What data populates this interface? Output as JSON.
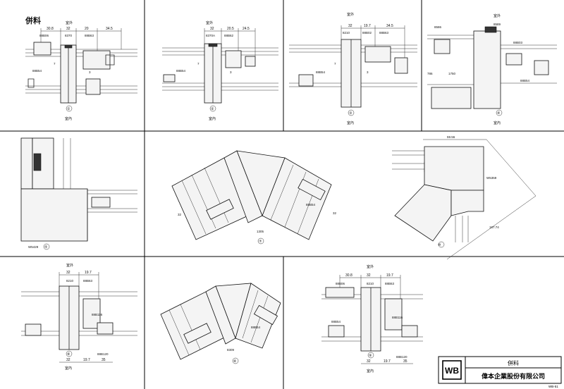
{
  "sheet_title": "併料",
  "panels": [
    {
      "num": "①",
      "top": "室外",
      "bottom": "室內",
      "dims_top": [
        "30.8",
        "32",
        "20",
        "34.5"
      ],
      "codes": [
        "88B06",
        "8370",
        "88B63",
        "88B54"
      ],
      "small": [
        "7",
        "3"
      ]
    },
    {
      "num": "②",
      "top": "室外",
      "bottom": "室內",
      "dims_top": [
        "32",
        "20.5",
        "24.5"
      ],
      "codes": [
        "8370A",
        "88B62",
        "88B54"
      ],
      "small": [
        "7",
        "3"
      ]
    },
    {
      "num": "③",
      "top": "室外",
      "bottom": "室內",
      "dims_top": [
        "32",
        "19.7",
        "34.5"
      ],
      "codes": [
        "8210",
        "88B02",
        "88B63",
        "88B54"
      ],
      "small": [
        "7",
        "3"
      ]
    },
    {
      "num": "④",
      "top": "室外",
      "bottom": "室內",
      "codes": [
        "8586",
        "8589",
        "88B03",
        "88B54"
      ],
      "small": [
        "786",
        "1750"
      ]
    },
    {
      "num": "⑤",
      "codes": [
        "W5429"
      ]
    },
    {
      "num": "⑦",
      "codes": [
        "1305",
        "88B54"
      ],
      "small": [
        "32",
        "32"
      ]
    },
    {
      "num": "⑩",
      "codes": [
        "W5359"
      ],
      "dims": [
        "59.56",
        "187.74"
      ]
    },
    {
      "num": "⑧",
      "top": "室外",
      "bottom": "室內",
      "dims_top": [
        "32",
        "19.7"
      ],
      "dims_bottom": [
        "32",
        "19.7",
        "35"
      ],
      "codes": [
        "8210",
        "88B63",
        "88B116",
        "88B120"
      ]
    },
    {
      "num": "⑥",
      "codes": [
        "8309",
        "88B54"
      ]
    },
    {
      "num": "⑨",
      "top": "室外",
      "bottom": "室內",
      "dims_top": [
        "30.8",
        "32",
        "19.7"
      ],
      "dims_bottom": [
        "32",
        "19.7",
        "35"
      ],
      "codes": [
        "88B06",
        "8210",
        "88B63",
        "88B116",
        "88B120",
        "88B54"
      ]
    }
  ],
  "title_block": {
    "logo": "WB",
    "title": "併料",
    "company": "偉本企業股份有限公司",
    "page_code": "WB-51"
  }
}
